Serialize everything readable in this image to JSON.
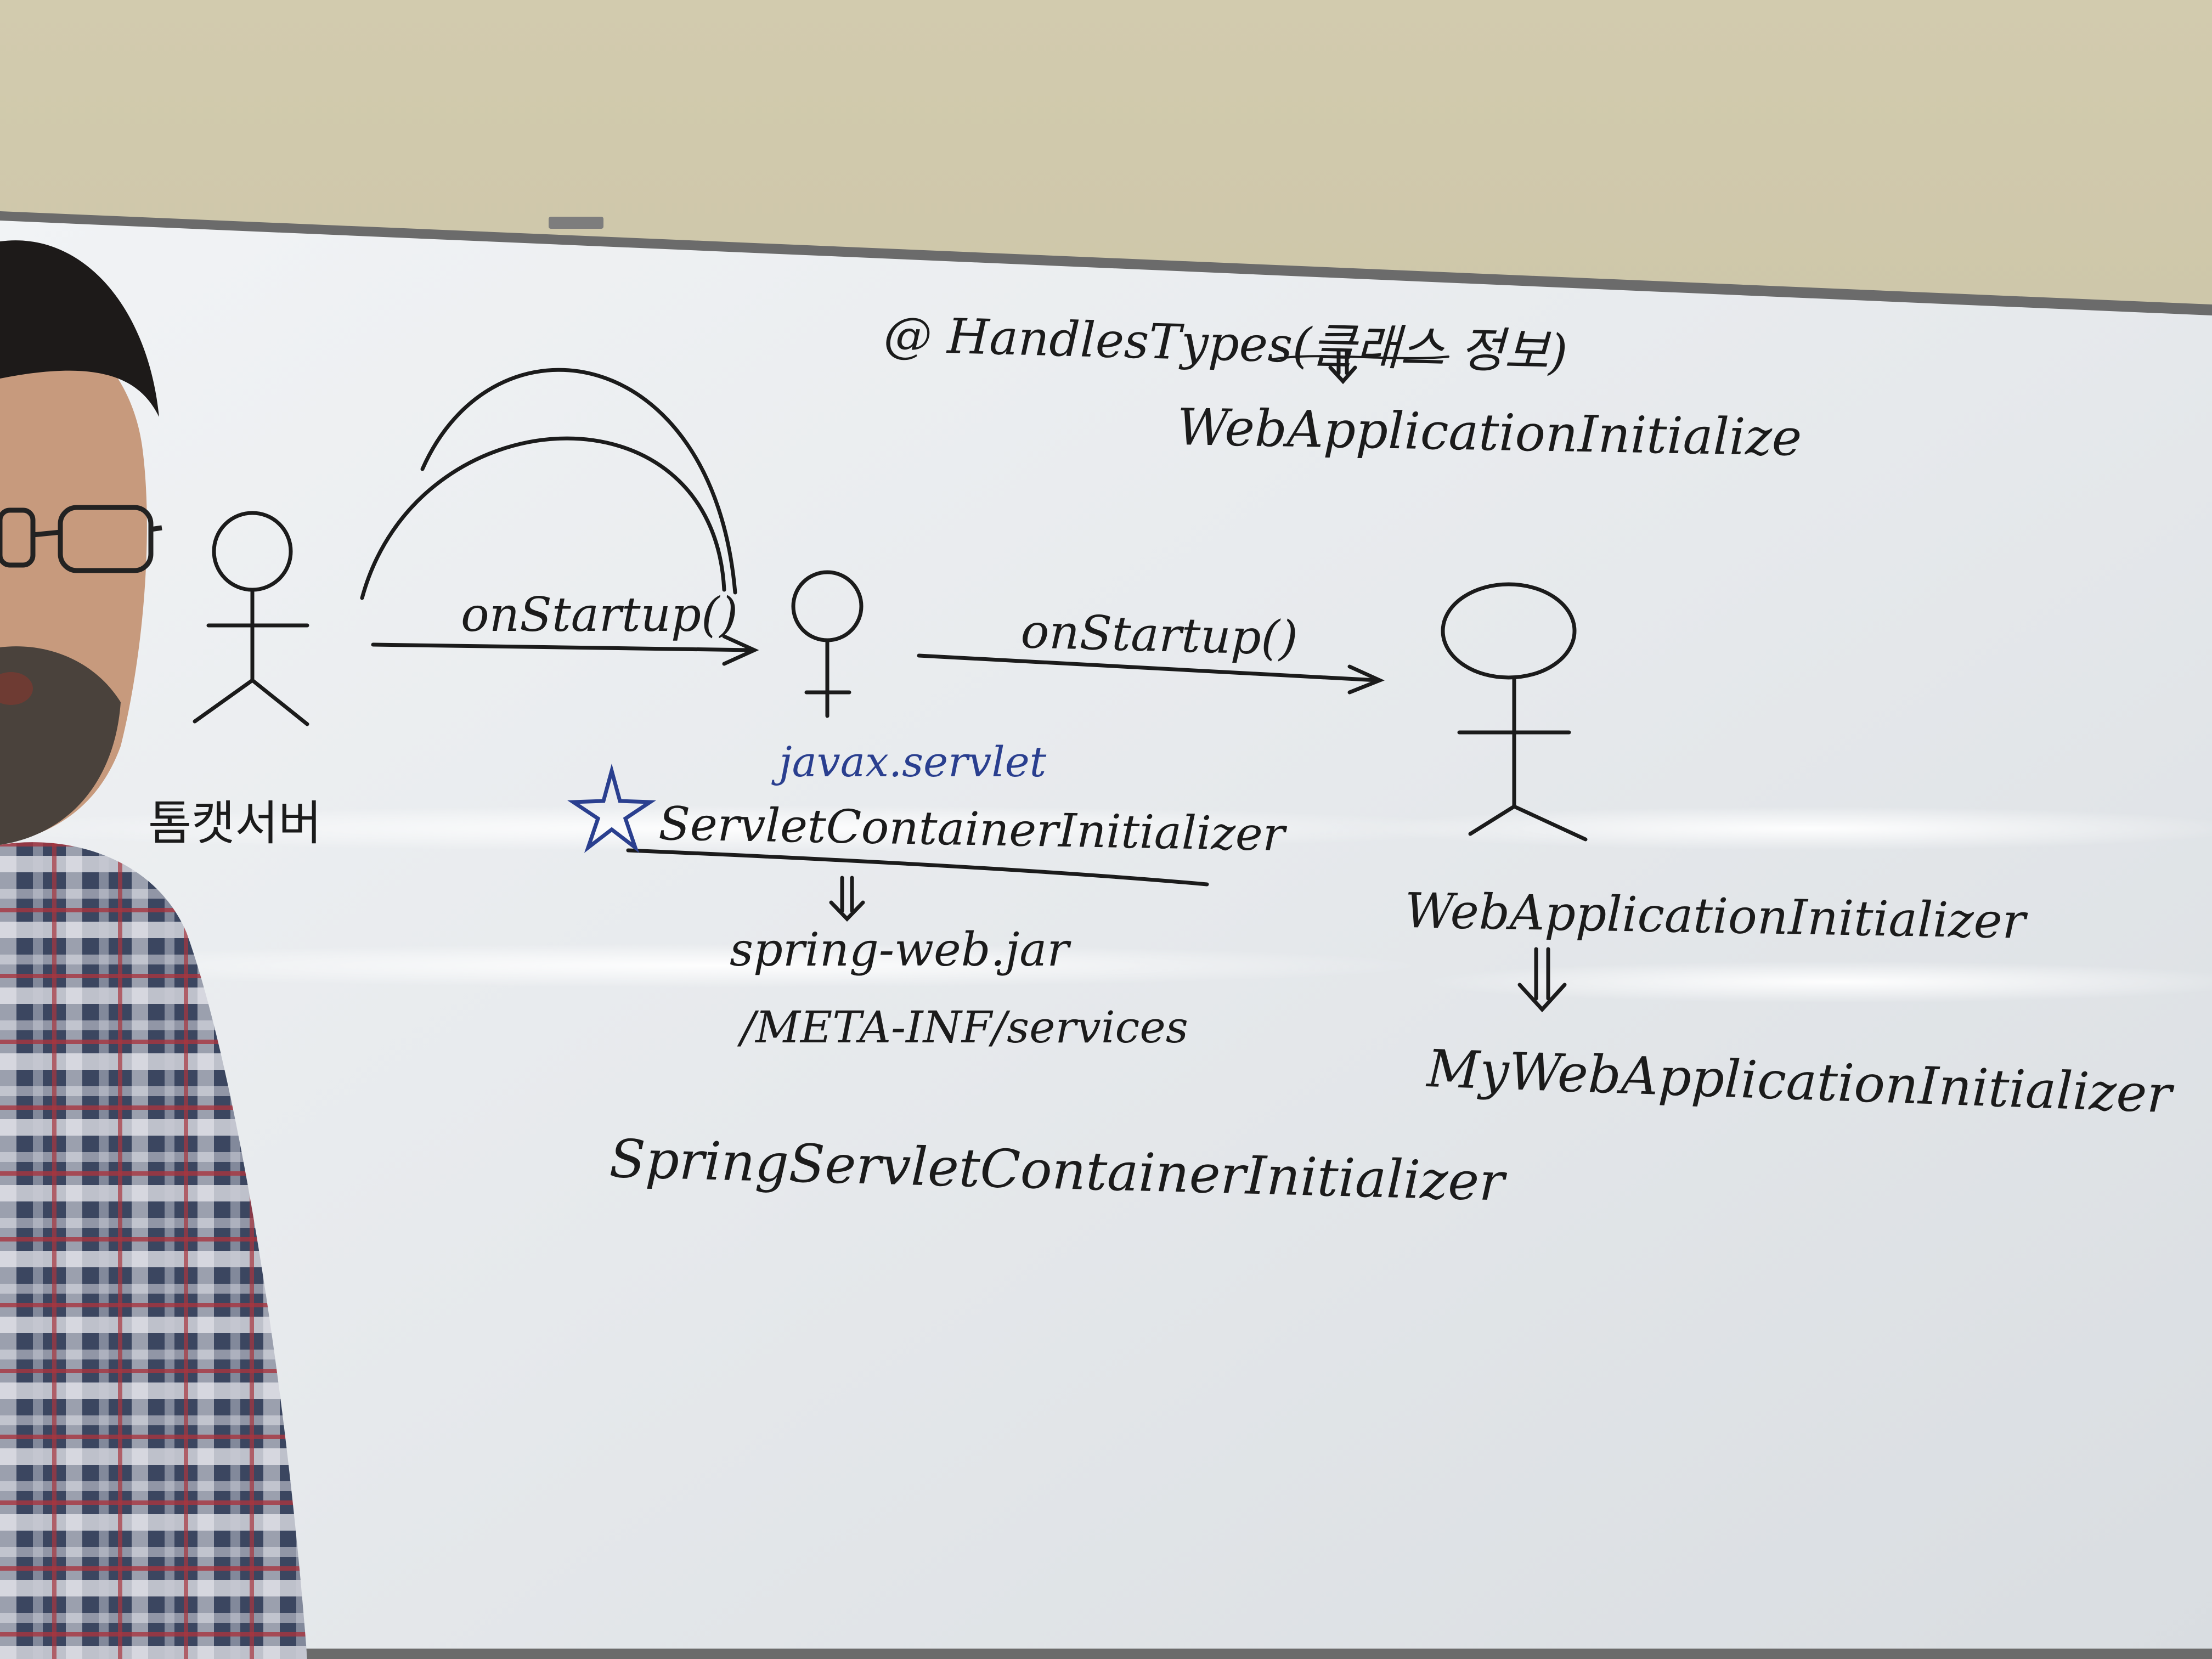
{
  "whiteboard": {
    "annotation_top": "@ HandlesTypes(클래스 정보)",
    "annotation_below": "WebApplicationInitialize",
    "actor_left_label": "톰캣서버",
    "arc_label_1": "onStartup()",
    "arc_label_2": "onStartup()",
    "package_label": "javax.servlet",
    "interface_label": "ServletContainerInitializer",
    "jar_label": "spring-web.jar",
    "services_path": "/META-INF/services",
    "impl_left": "SpringServletContainerInitializer",
    "right_actor_label": "WebApplicationInitializer",
    "impl_right": "MyWebApplicationInitializer"
  },
  "colors": {
    "wall": "#c7c0a4",
    "board": "#e9ecef",
    "frame": "#5a5a5a",
    "ink_black": "#1b1b1b",
    "ink_blue": "#2a3f8f"
  }
}
